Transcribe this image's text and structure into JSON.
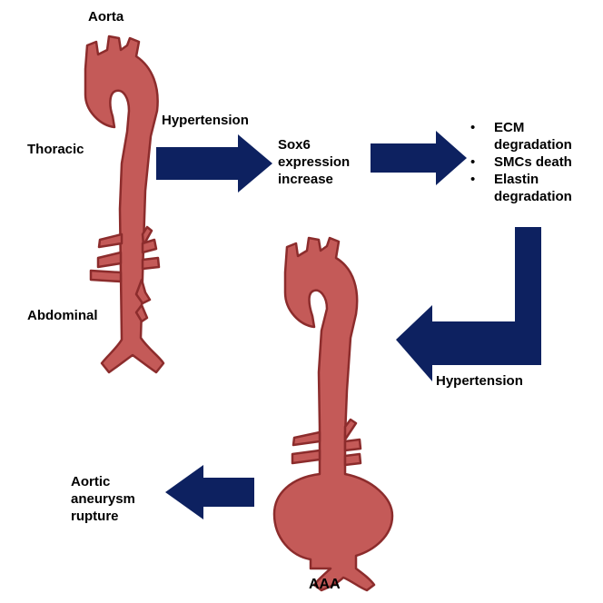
{
  "labels": {
    "aorta": "Aorta",
    "thoracic": "Thoracic",
    "abdominal": "Abdominal",
    "hypertension_top": "Hypertension",
    "hypertension_right": "Hypertension",
    "sox6": [
      "Sox6",
      "expression",
      "increase"
    ],
    "effects": [
      {
        "bullet": "•",
        "lines": [
          "ECM",
          "degradation"
        ]
      },
      {
        "bullet": "•",
        "lines": [
          "SMCs death"
        ]
      },
      {
        "bullet": "•",
        "lines": [
          "Elastin",
          "degradation"
        ]
      }
    ],
    "rupture": [
      "Aortic",
      "aneurysm",
      "rupture"
    ],
    "aaa": "AAA"
  },
  "colors": {
    "aorta_fill": "#c45a58",
    "aorta_stroke": "#8c2c2c",
    "arrow": "#0d2160"
  }
}
